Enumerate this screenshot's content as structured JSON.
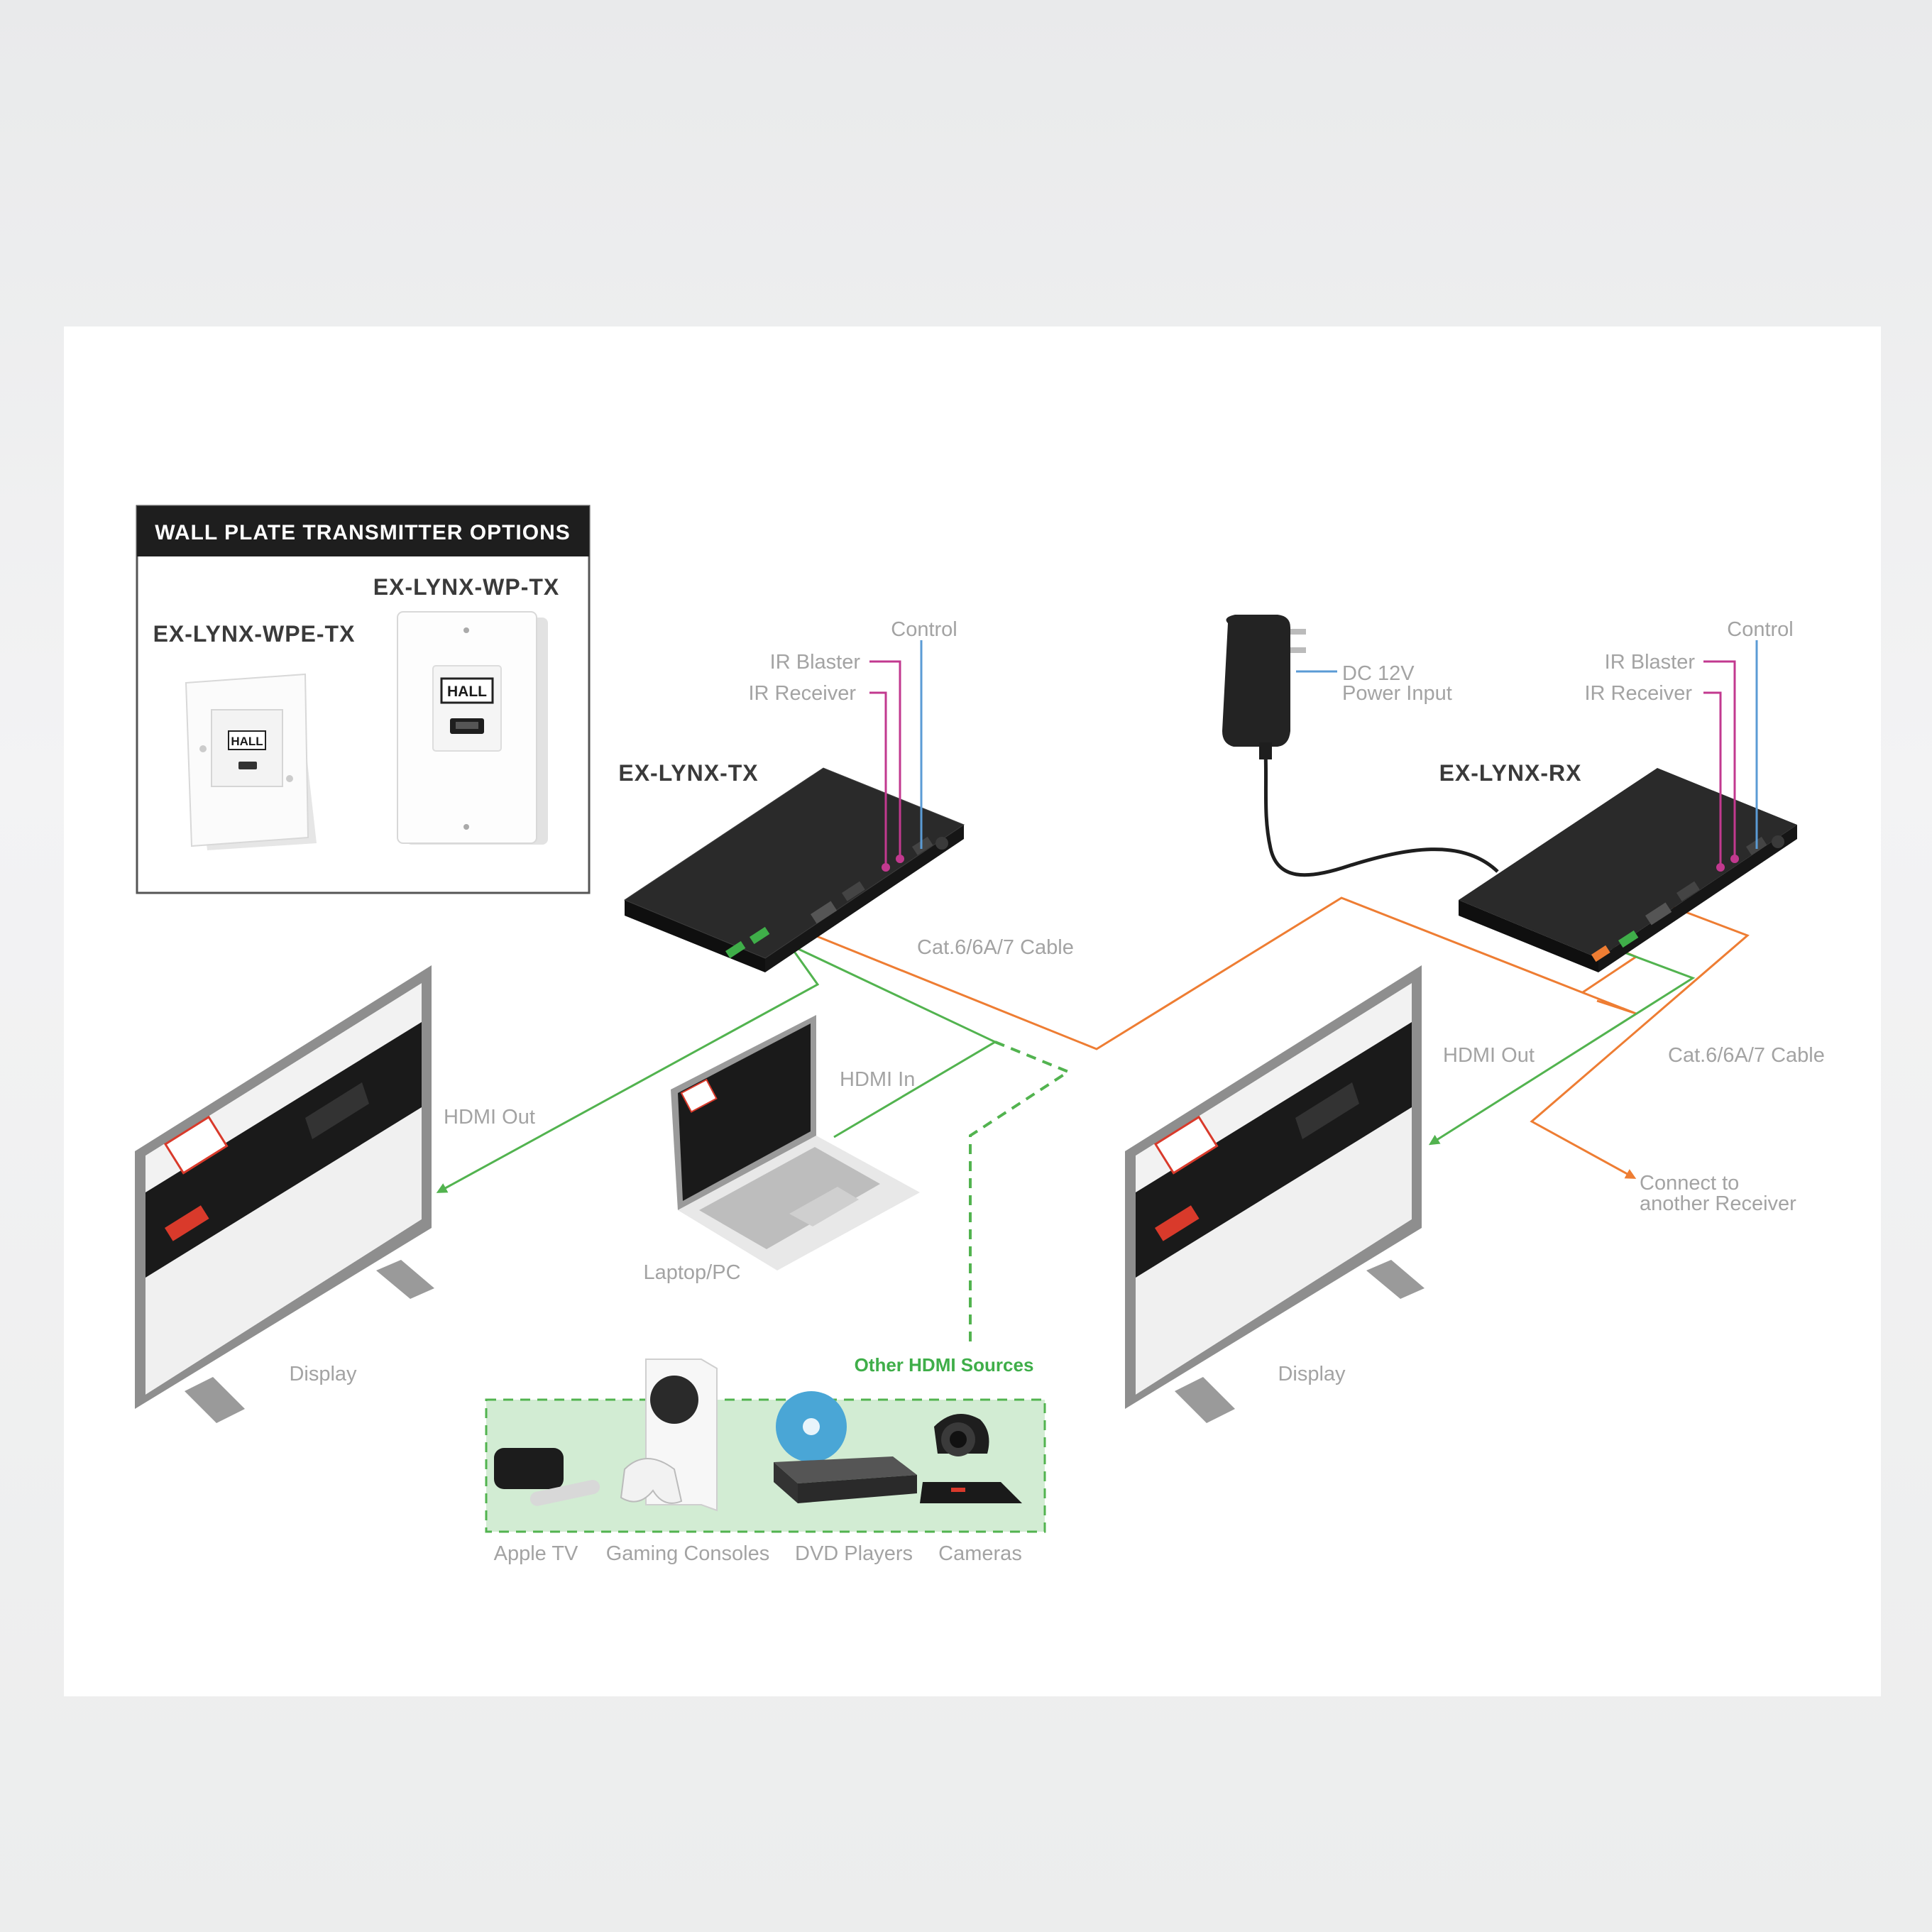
{
  "wall_plate_box": {
    "heading": "WALL PLATE TRANSMITTER OPTIONS",
    "option_a": "EX-LYNX-WPE-TX",
    "option_b": "EX-LYNX-WP-TX",
    "logo": "HALL"
  },
  "transmitter": {
    "model": "EX-LYNX-TX",
    "control_label": "Control",
    "ir_blaster_label": "IR Blaster",
    "ir_receiver_label": "IR Receiver"
  },
  "receiver": {
    "model": "EX-LYNX-RX",
    "control_label": "Control",
    "ir_blaster_label": "IR Blaster",
    "ir_receiver_label": "IR Receiver"
  },
  "power": {
    "line1": "DC 12V",
    "line2": "Power Input"
  },
  "cables": {
    "tx_cat": "Cat.6/6A/7 Cable",
    "rx_cat": "Cat.6/6A/7 Cable",
    "tx_hdmi_out": "HDMI Out",
    "rx_hdmi_out": "HDMI Out",
    "hdmi_in": "HDMI In",
    "connect_line1": "Connect to",
    "connect_line2": "another Receiver"
  },
  "devices": {
    "display_left": "Display",
    "display_right": "Display",
    "laptop": "Laptop/PC"
  },
  "sources": {
    "heading": "Other HDMI Sources",
    "items": [
      "Apple TV",
      "Gaming Consoles",
      "DVD Players",
      "Cameras"
    ]
  },
  "colors": {
    "hdmi_green": "#52b34f",
    "cat_orange": "#ee7d33",
    "ir_magenta": "#c2398f",
    "control_blue": "#5b9bd5",
    "label_gray": "#a3a3a3",
    "box_black": "#1e1e1e"
  }
}
